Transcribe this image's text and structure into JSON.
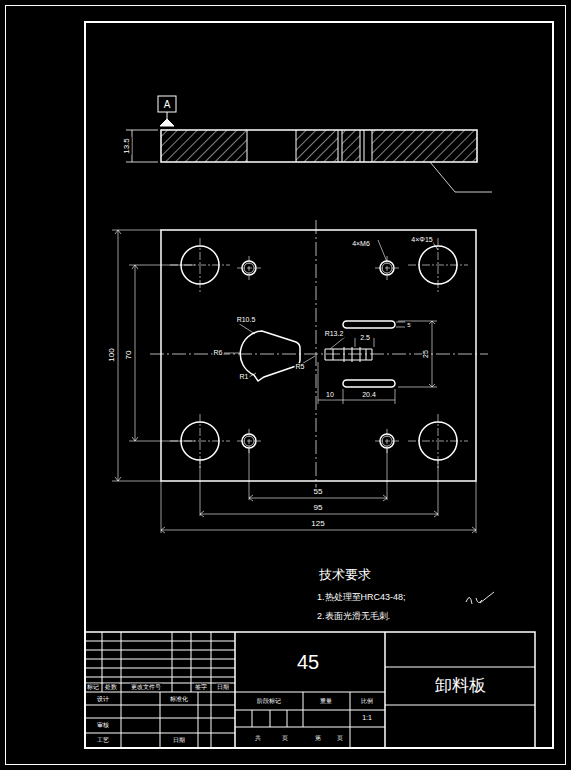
{
  "diagram": {
    "labels": [
      "A",
      "13.5",
      "4×M6",
      "4×Φ15",
      "R10.5",
      "R6",
      "R1",
      "R5",
      "R13.2",
      "2.5",
      "5",
      "25",
      "10",
      "20.4",
      "100",
      "70",
      "55",
      "95",
      "125",
      "技术要求",
      "1.热处理至HRC43-48;",
      "2.表面光滑无毛刺.",
      "45",
      "卸料板",
      "标记",
      "处数",
      "更改文件号",
      "签字",
      "日期",
      "设计",
      "标准化",
      "审核",
      "工艺",
      "日期",
      "阶段标记",
      "重量",
      "比例",
      "1:1",
      "共",
      "页",
      "第",
      "页"
    ]
  }
}
